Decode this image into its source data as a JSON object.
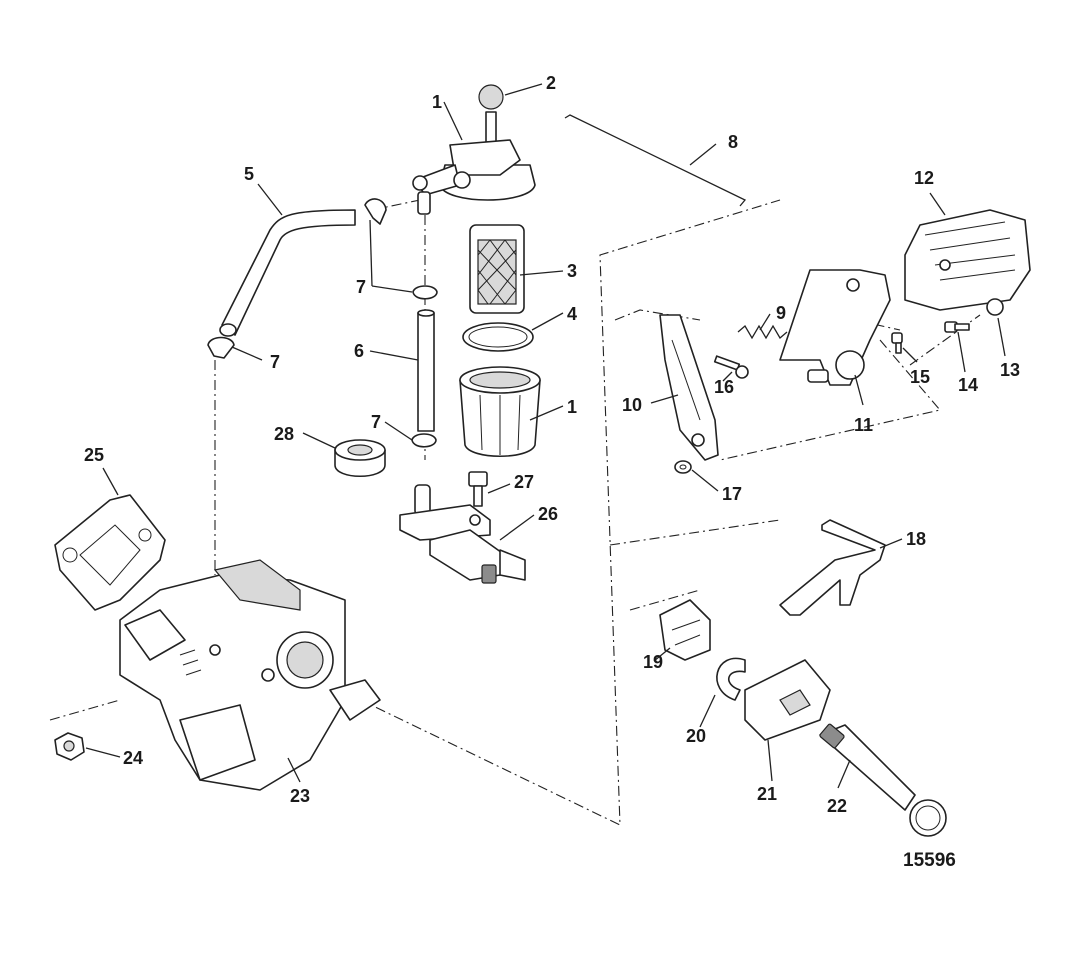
{
  "callouts": {
    "c1a": "1",
    "c2": "2",
    "c3": "3",
    "c4": "4",
    "c1b": "1",
    "c5": "5",
    "c6": "6",
    "c7a": "7",
    "c7b": "7",
    "c7c": "7",
    "c8": "8",
    "c9": "9",
    "c10": "10",
    "c11": "11",
    "c12": "12",
    "c13": "13",
    "c14": "14",
    "c15": "15",
    "c16": "16",
    "c17": "17",
    "c18": "18",
    "c19": "19",
    "c20": "20",
    "c21": "21",
    "c22": "22",
    "c23": "23",
    "c24": "24",
    "c25": "25",
    "c26": "26",
    "c27": "27",
    "c28": "28"
  },
  "figure_number": "15596"
}
